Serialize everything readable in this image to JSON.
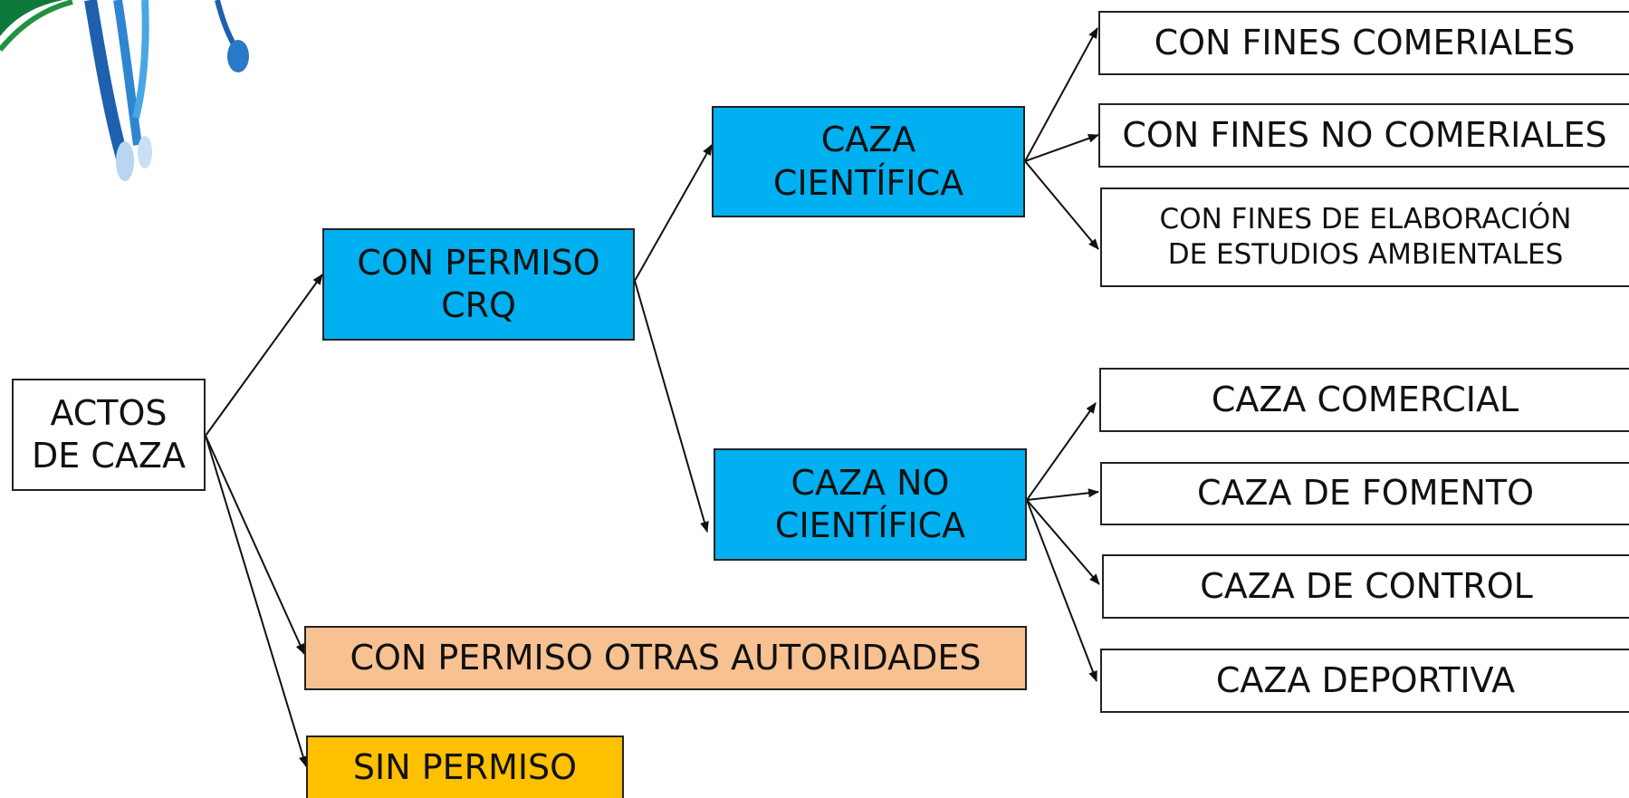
{
  "colors": {
    "blue": "#00b0f0",
    "peach": "#f8c192",
    "amber": "#ffc000",
    "white": "#ffffff",
    "stroke": "#222222"
  },
  "nodes": {
    "root": "ACTOS\nDE CAZA",
    "con_permiso_crq": "CON PERMISO\nCRQ",
    "caza_cientifica": "CAZA\nCIENTÍFICA",
    "caza_no_cientifica": "CAZA NO\nCIENTÍFICA",
    "con_permiso_otras": "CON PERMISO OTRAS AUTORIDADES",
    "sin_permiso": "SIN PERMISO",
    "fines_comeriales": "CON FINES COMERIALES",
    "fines_no_comeriales": "CON FINES NO COMERIALES",
    "fines_estudios": "CON FINES DE ELABORACIÓN\nDE ESTUDIOS AMBIENTALES",
    "caza_comercial": "CAZA COMERCIAL",
    "caza_fomento": "CAZA DE FOMENTO",
    "caza_control": "CAZA DE CONTROL",
    "caza_deportiva": "CAZA DEPORTIVA"
  },
  "decoration": {
    "icon": "plant-decoration"
  }
}
